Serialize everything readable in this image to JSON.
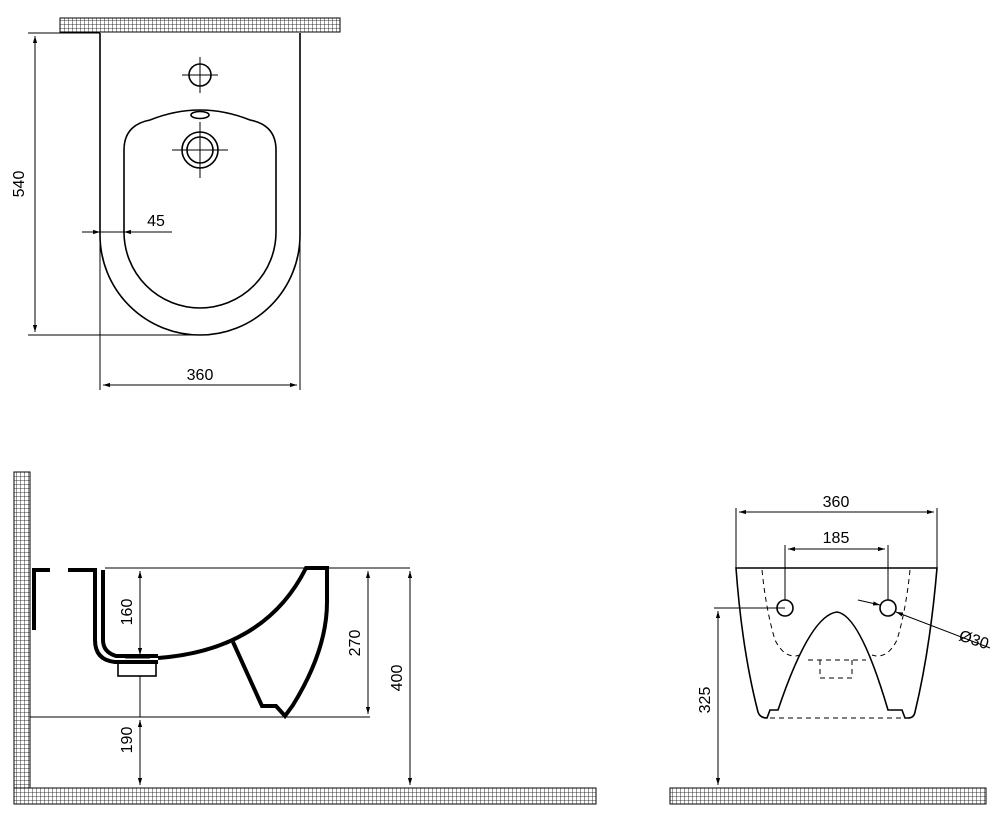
{
  "top_view": {
    "depth": "540",
    "width": "360",
    "rim_offset": "45"
  },
  "side_view": {
    "bowl_depth": "160",
    "front_height": "270",
    "total_height": "400",
    "floor_clearance": "190"
  },
  "back_view": {
    "width": "360",
    "hole_spacing": "185",
    "hole_diameter": "Ø30",
    "hole_height": "325"
  }
}
